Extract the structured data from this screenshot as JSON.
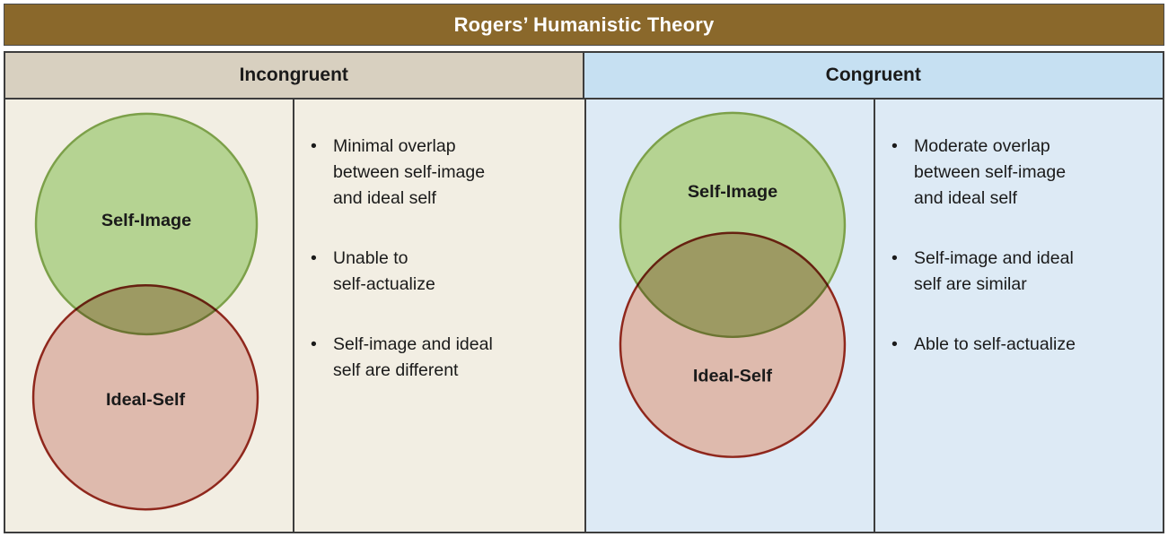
{
  "title": "Rogers’ Humanistic Theory",
  "colors": {
    "title_bg": "#8a682b",
    "incongruent_bg": "#d8d0c0",
    "congruent_bg": "#c6e0f2",
    "left_panel_bg": "#f2eee3",
    "right_panel_bg": "#ddeaf5",
    "green_fill": "#b5d392",
    "green_stroke": "#7ca049",
    "red_fill": "#debaad",
    "red_stroke": "#8f271c"
  },
  "panels": [
    {
      "header": "Incongruent",
      "venn": {
        "top_label": "Self-Image",
        "bottom_label": "Ideal-Self",
        "overlap": "minimal"
      },
      "bullets": [
        "Minimal overlap\nbetween self-image\nand ideal self",
        "Unable to\nself-actualize",
        "Self-image and ideal\nself are different"
      ]
    },
    {
      "header": "Congruent",
      "venn": {
        "top_label": "Self-Image",
        "bottom_label": "Ideal-Self",
        "overlap": "moderate"
      },
      "bullets": [
        "Moderate overlap\nbetween self-image\nand ideal self",
        "Self-image and ideal\nself are similar",
        "Able to self-actualize"
      ]
    }
  ]
}
